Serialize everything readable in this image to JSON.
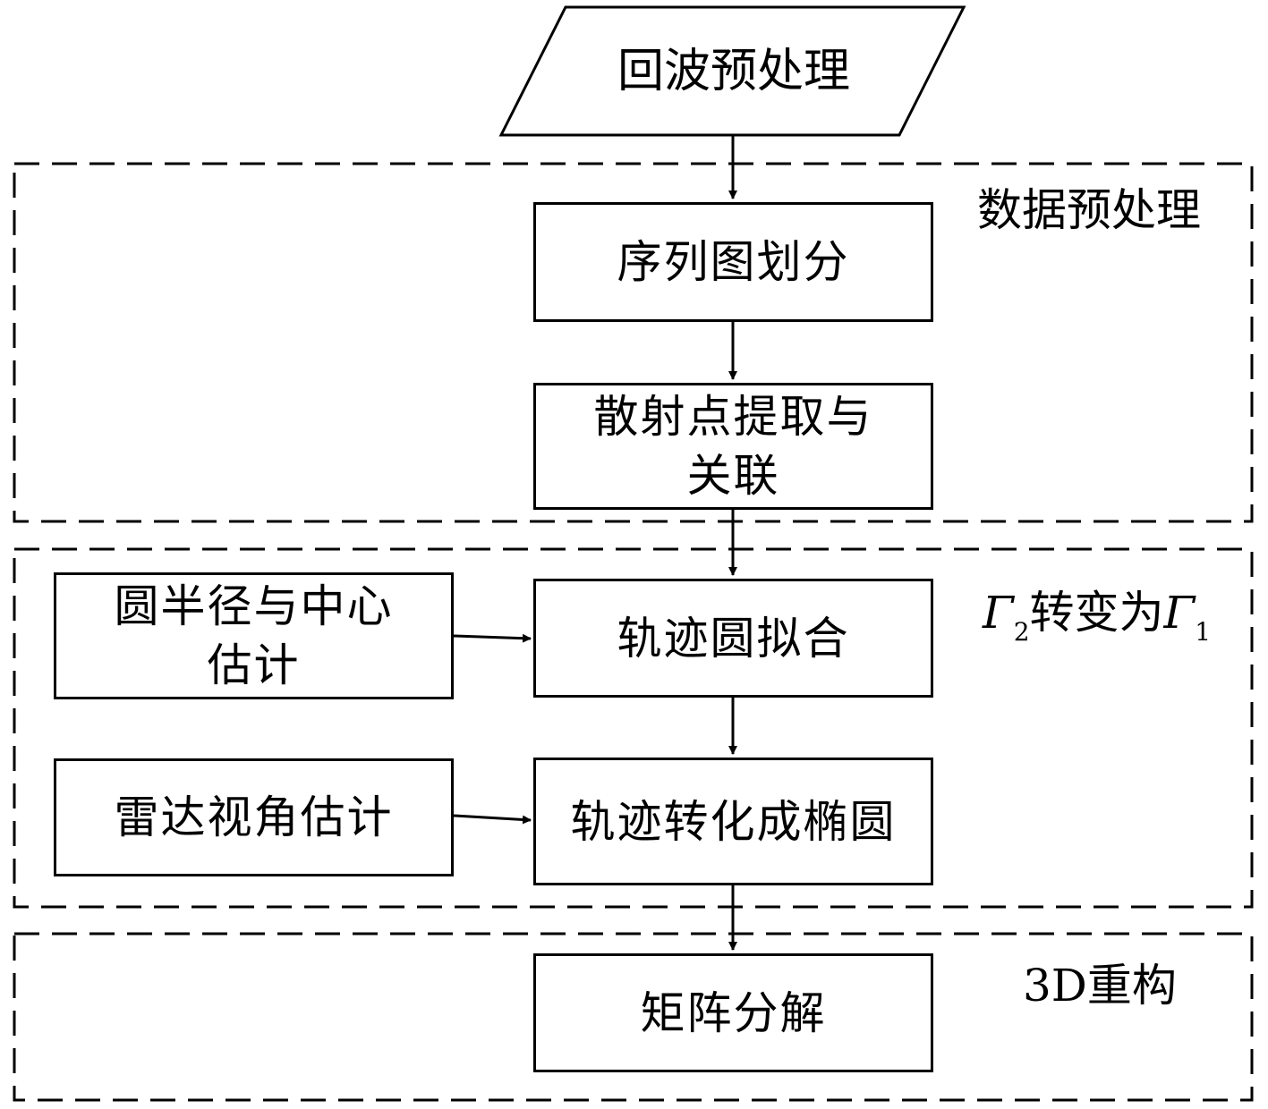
{
  "input": {
    "label": "回波预处理"
  },
  "regions": {
    "data_preprocess": {
      "label": "数据预处理"
    },
    "transform": {
      "gamma": "Γ",
      "from_sub": "2",
      "middle": "转变为",
      "to_sub": "1"
    },
    "reconstruct": {
      "label": "3D重构"
    }
  },
  "nodes": {
    "sequence_split": {
      "label": "序列图划分"
    },
    "scatter_extract": {
      "line1": "散射点提取与",
      "line2": "关联"
    },
    "circle_estimate": {
      "line1": "圆半径与中心",
      "line2": "估计"
    },
    "trajectory_circle_fit": {
      "label": "轨迹圆拟合"
    },
    "radar_view_estimate": {
      "label": "雷达视角估计"
    },
    "trajectory_to_ellipse": {
      "label": "轨迹转化成椭圆"
    },
    "matrix_decompose": {
      "label": "矩阵分解"
    }
  }
}
